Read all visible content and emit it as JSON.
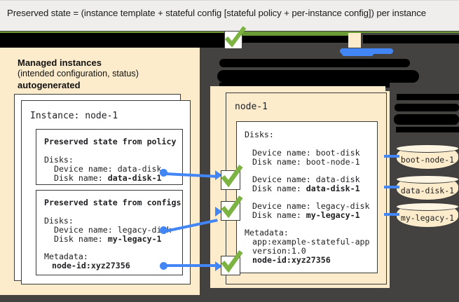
{
  "caption": {
    "text": "Preserved state = (instance template + stateful config [stateful policy + per-instance config]) per instance"
  },
  "colors": {
    "canvas_dark": "#434240",
    "panel_cream": "#fdeccb",
    "accent_green": "#6a9a33",
    "accent_blue": "#4285f4",
    "check_green": "#7cb342",
    "redaction": "#000000",
    "caption_bg": "#efeeec"
  },
  "left_panel": {
    "heading": "Managed instances",
    "subheading": "(intended configuration, status)",
    "emphasis": "autogenerated",
    "instance_card": {
      "title": "Instance: node-1",
      "policy_box": {
        "title": "Preserved state from policy",
        "lines": [
          "Disks:",
          "  Device name: data-disk",
          "  Disk name: "
        ],
        "disk_name_value": "data-disk-1"
      },
      "configs_box": {
        "title": "Preserved state from configs",
        "lines": [
          "Disks:",
          "  Device name: legacy-disk",
          "  Disk name: "
        ],
        "disk_name_value": "my-legacy-1",
        "metadata_label": "Metadata:",
        "metadata_value": "node-id:xyz27356"
      }
    }
  },
  "right_panel": {
    "instance_title": "node-1",
    "disks_label": "Disks:",
    "boot_disk": {
      "device_line": "Device name: boot-disk",
      "disk_line": "Disk name: boot-node-1"
    },
    "data_disk": {
      "device_line": "Device name: data-disk",
      "disk_line_prefix": "Disk name: ",
      "disk_line_value": "data-disk-1"
    },
    "legacy_disk": {
      "device_line": "Device name: legacy-disk",
      "disk_line_prefix": "Disk name: ",
      "disk_line_value": "my-legacy-1"
    },
    "metadata": {
      "label": "Metadata:",
      "items": [
        "app:example-stateful-app",
        "version:1.0"
      ],
      "highlighted": "node-id:xyz27356"
    }
  },
  "disks": [
    {
      "name": "boot-node-1"
    },
    {
      "name": "data-disk-1"
    },
    {
      "name": "my-legacy-1"
    }
  ]
}
